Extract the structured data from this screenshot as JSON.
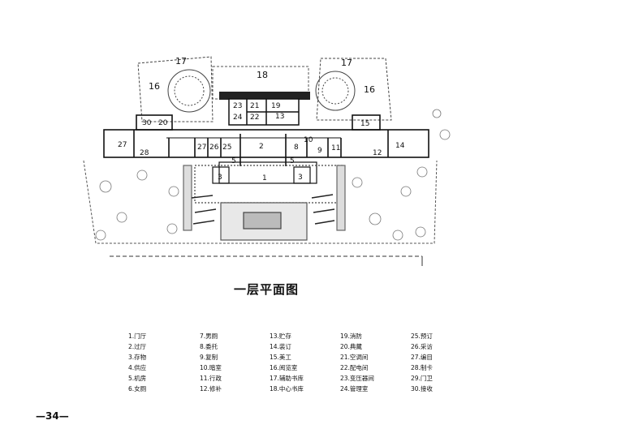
{
  "caption": "一层平面图",
  "page_number": "—34—",
  "room_numbers": [
    "1",
    "2",
    "3",
    "3",
    "5",
    "5",
    "8",
    "9",
    "10",
    "11",
    "12",
    "13",
    "14",
    "15",
    "16",
    "16",
    "17",
    "17",
    "18",
    "19",
    "20",
    "21",
    "22",
    "23",
    "24",
    "25",
    "26",
    "27",
    "27",
    "28",
    "30"
  ],
  "legend": [
    "1.门厅",
    "2.过厅",
    "3.存物",
    "4.供应",
    "5.机房",
    "6.女厕",
    "7.男厕",
    "8.委托",
    "9.复制",
    "10.暗室",
    "11.行政",
    "12.修补",
    "13.贮存",
    "14.装订",
    "15.美工",
    "16.阅览室",
    "17.辅助书库",
    "18.中心书库",
    "19.消防",
    "20.典藏",
    "21.空调间",
    "22.配电间",
    "23.变压器间",
    "24.管理室",
    "25.预订",
    "26.采访",
    "27.编目",
    "28.制卡",
    "29.门卫",
    "30.接收"
  ]
}
